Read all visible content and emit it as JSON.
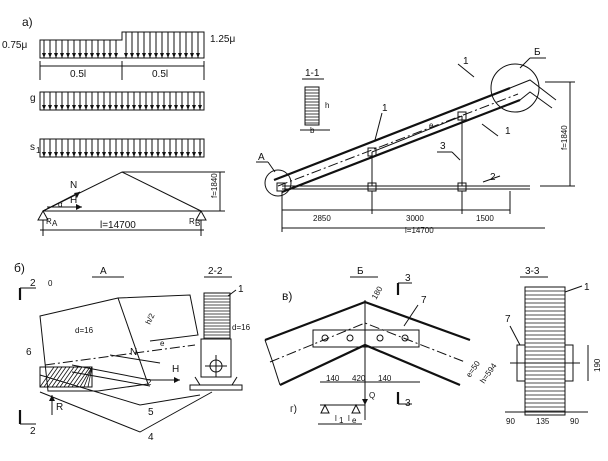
{
  "panel_a": {
    "label": "а)",
    "load_left": "0.75μ",
    "load_right": "1.25μ",
    "span_left": "0.5l",
    "span_right": "0.5l",
    "load_g": "g",
    "load_s": "s",
    "load_s_sub": "1",
    "force_n": "N",
    "force_h": "H",
    "angle": "α",
    "span_total": "l=14700",
    "rise": "f=1840",
    "support_left": "R",
    "support_left_sub": "A",
    "support_right": "R",
    "support_right_sub": "B"
  },
  "truss": {
    "section_label": "1-1",
    "detail_b": "Б",
    "detail_a": "А",
    "callouts": [
      "1",
      "1",
      "1",
      "2",
      "3"
    ],
    "dim_1": "2850",
    "dim_2": "3000",
    "dim_3": "1500",
    "span": "l=14700",
    "rise": "f=1840",
    "section_h": "h",
    "section_b": "b",
    "eccentricity": "e"
  },
  "panel_b": {
    "label": "б)",
    "title_a": "А",
    "section_marks": [
      "2",
      "2"
    ],
    "d_label": "d=16",
    "n_label": "N",
    "h_label": "H",
    "r_label": "R",
    "numbers": [
      "6",
      "5",
      "4",
      "2",
      "0"
    ],
    "h2_label": "h/2",
    "e_label": "e"
  },
  "section_22": {
    "title": "2-2",
    "callout": "1",
    "d_label": "d=16"
  },
  "panel_c": {
    "label": "в)",
    "label_g": "г)",
    "title_b": "Б",
    "section_marks": [
      "3",
      "3"
    ],
    "dim_180": "180",
    "dim_140": "140",
    "dim_420": "420",
    "dim_140b": "140",
    "callout": "7",
    "e50": "e=50",
    "h594": "h=594",
    "q_label": "Q",
    "l1": "l",
    "l1_sub": "1",
    "le": "l",
    "le_sub": "е"
  },
  "section_33": {
    "title": "3-3",
    "callout": "1",
    "callout7": "7",
    "dim_190": "190",
    "dim_90a": "90",
    "dim_135": "135",
    "dim_90b": "90"
  }
}
